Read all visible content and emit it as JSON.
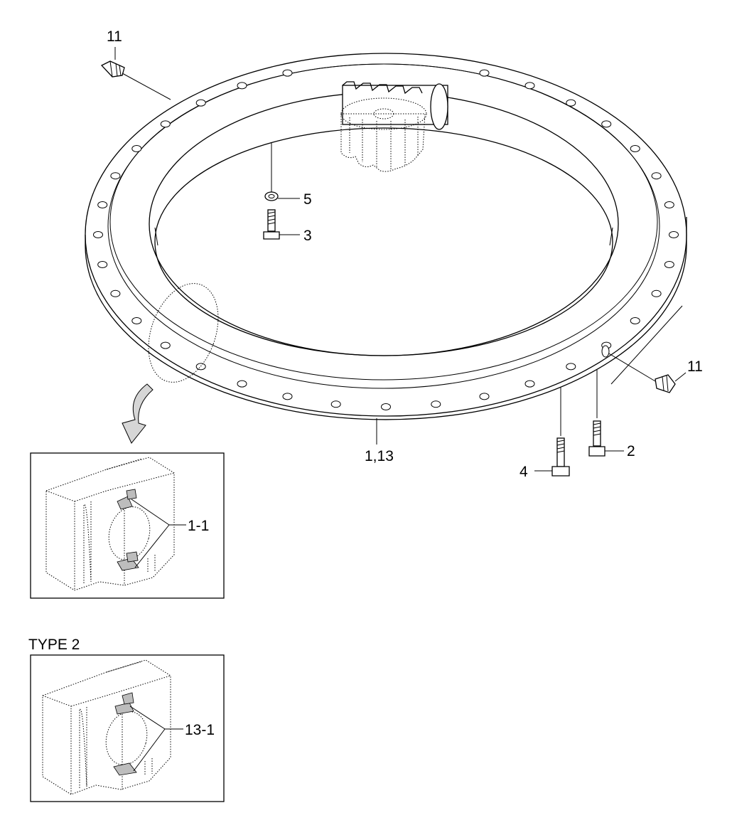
{
  "labels": {
    "l11a": "11",
    "l11b": "11",
    "l5": "5",
    "l3": "3",
    "l2": "2",
    "l4": "4",
    "l113": "1,13",
    "l11sub": "1-1",
    "type2": "TYPE 2",
    "l131": "13-1"
  },
  "colors": {
    "line": "#000000",
    "shade": "#bdbdbd",
    "background": "#ffffff"
  },
  "icons": {
    "gear": "pinion-gear",
    "bolt": "hex-bolt",
    "fitting": "grease-nipple",
    "arrow": "detail-arrow"
  }
}
